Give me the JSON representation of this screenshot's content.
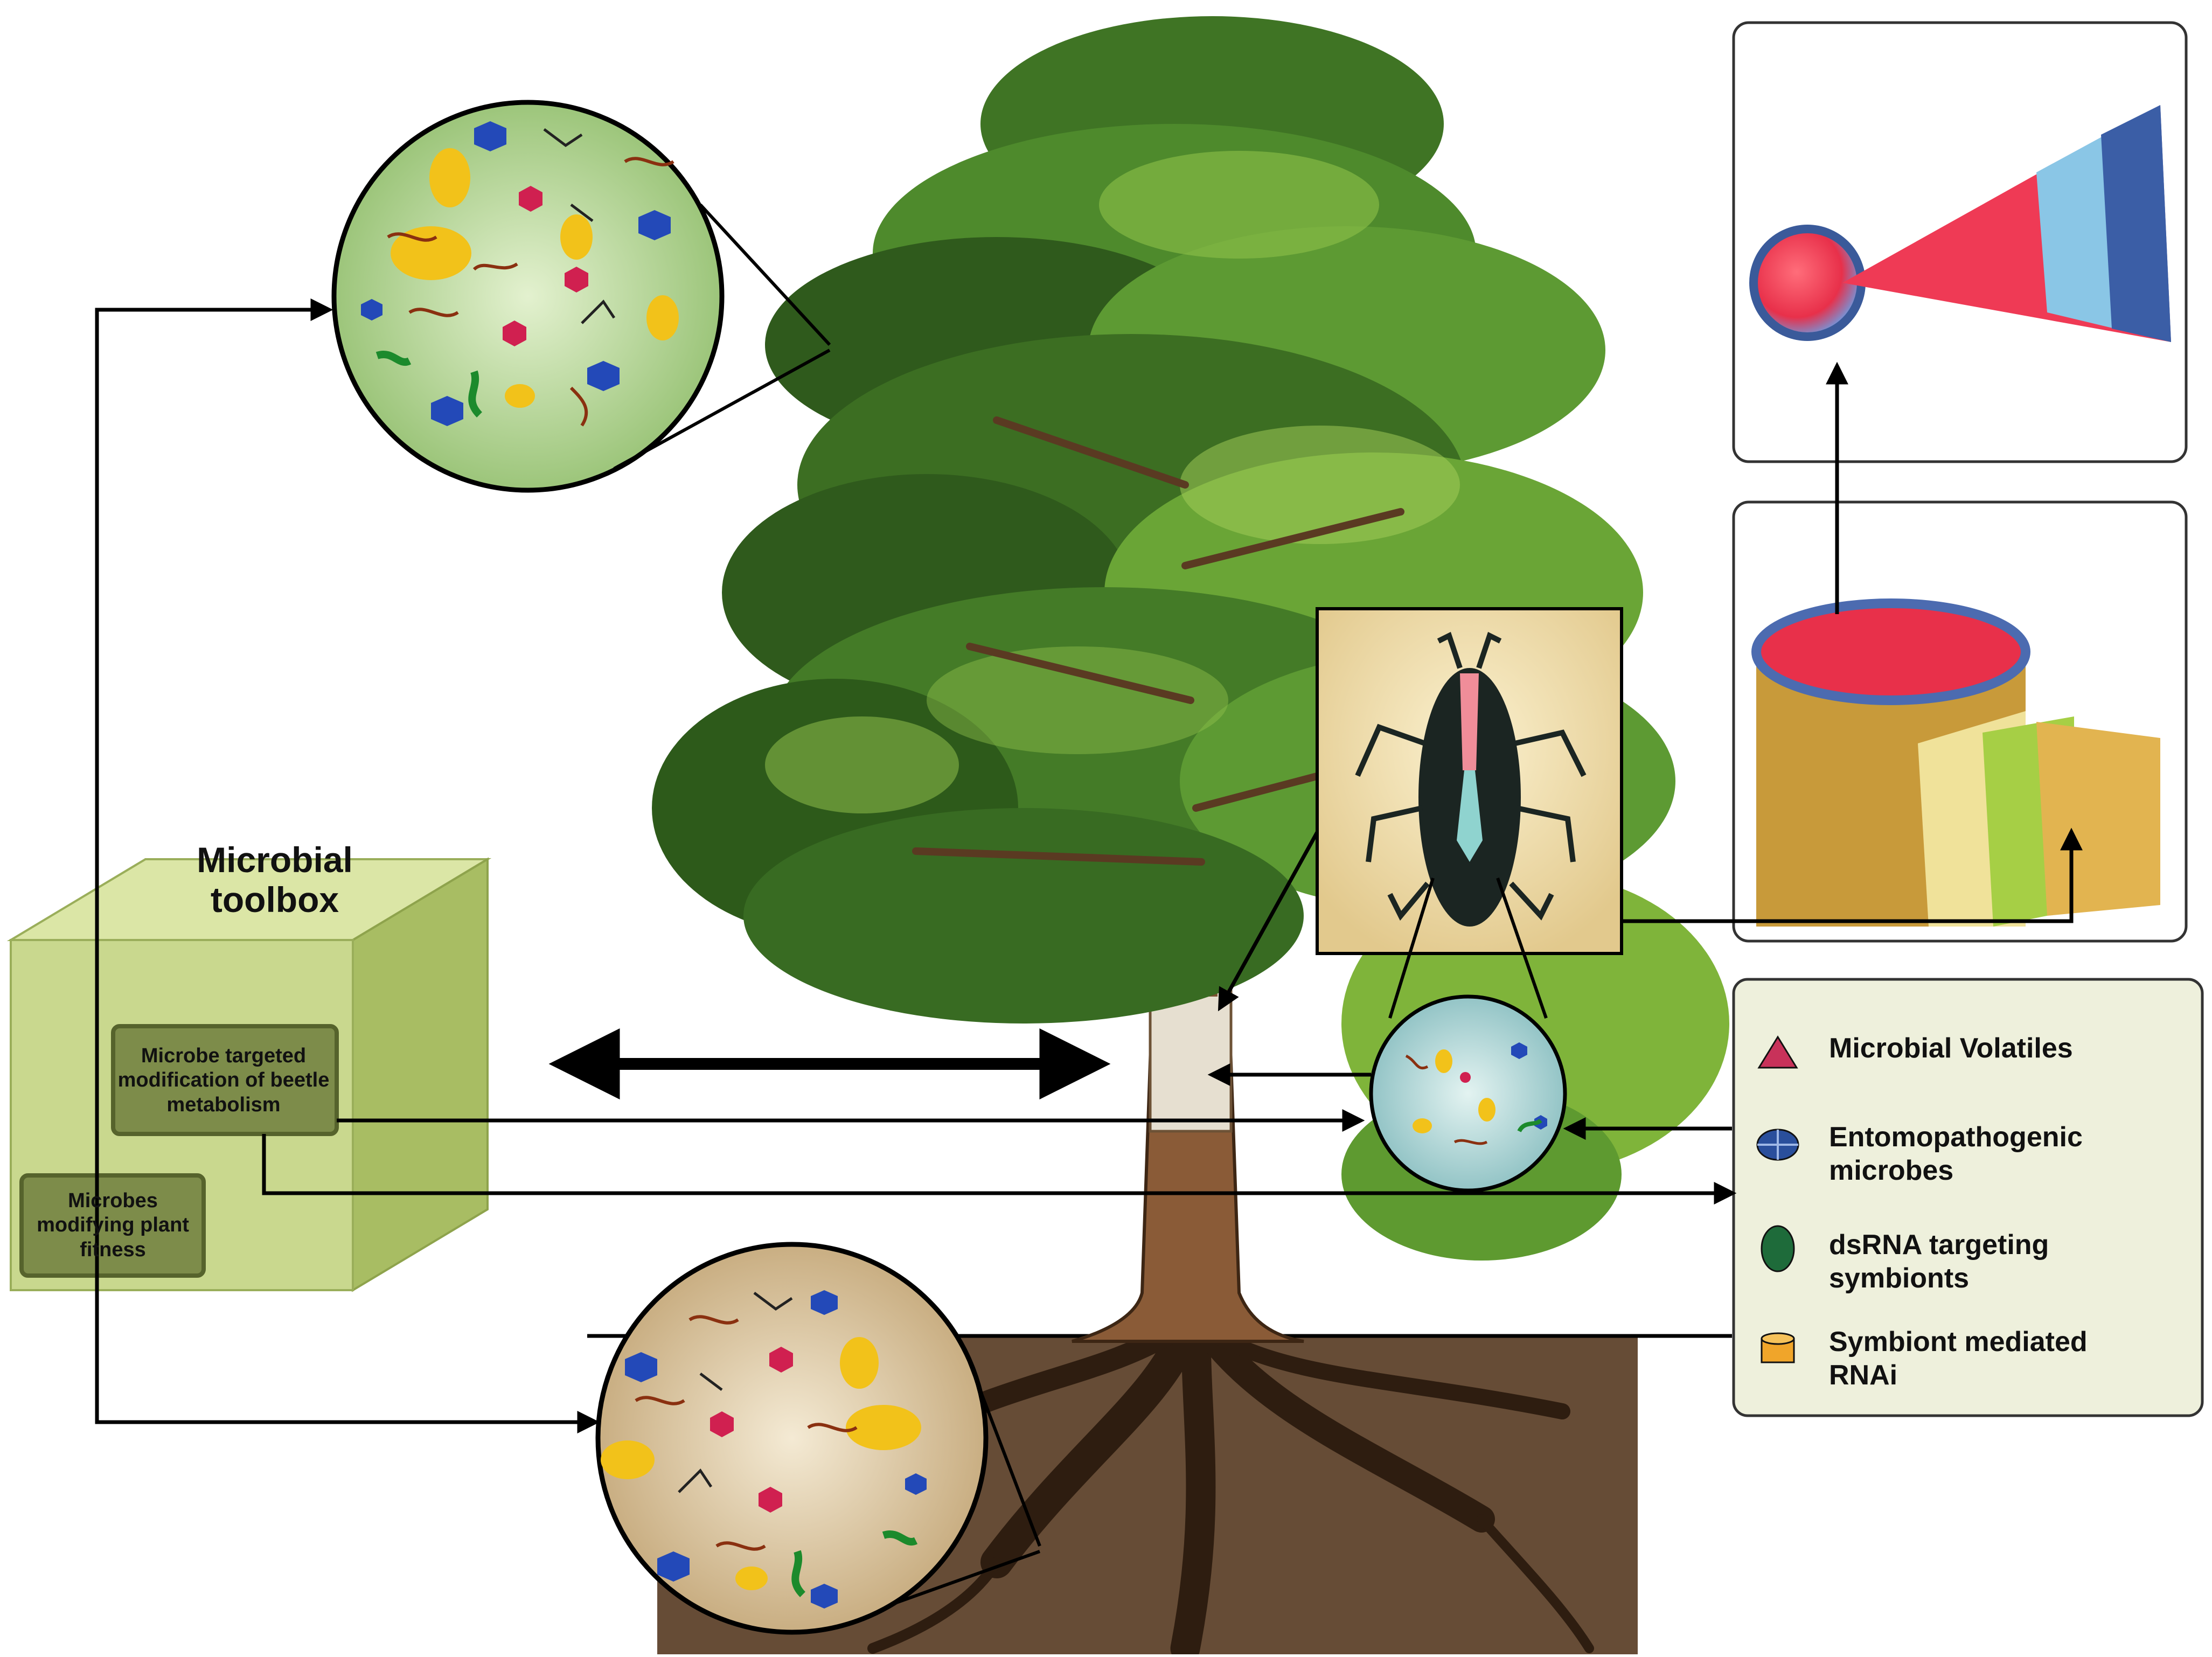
{
  "toolbox": {
    "title": "Microbial toolbox",
    "beetle_tag": "Microbe targeted modification of beetle metabolism",
    "plant_tag": "Microbes modifying plant fitness"
  },
  "legend": {
    "items": [
      {
        "label": "Microbial Volatiles",
        "icon": "red-triangle-icon",
        "color": "#c8325a"
      },
      {
        "label": "Entomopathogenic microbes",
        "icon": "blue-oval-cross-icon",
        "color": "#2a4f9c"
      },
      {
        "label": "dsRNA targeting symbionts",
        "icon": "green-oval-icon",
        "color": "#1e6b3a"
      },
      {
        "label": "Symbiont mediated RNAi",
        "icon": "orange-cylinder-icon",
        "color": "#f0a52a"
      }
    ]
  },
  "colors": {
    "foliage_dark": "#2f5a1c",
    "foliage_light": "#7fb43a",
    "trunk": "#7a5030",
    "soil": "#5a4330",
    "box_fill": "#c9d88e",
    "legend_fill": "#eef0dc",
    "canopy_circle": "#c7e0a6",
    "beetle_circle": "#b9dede",
    "soil_circle": "#e4d3b0"
  }
}
